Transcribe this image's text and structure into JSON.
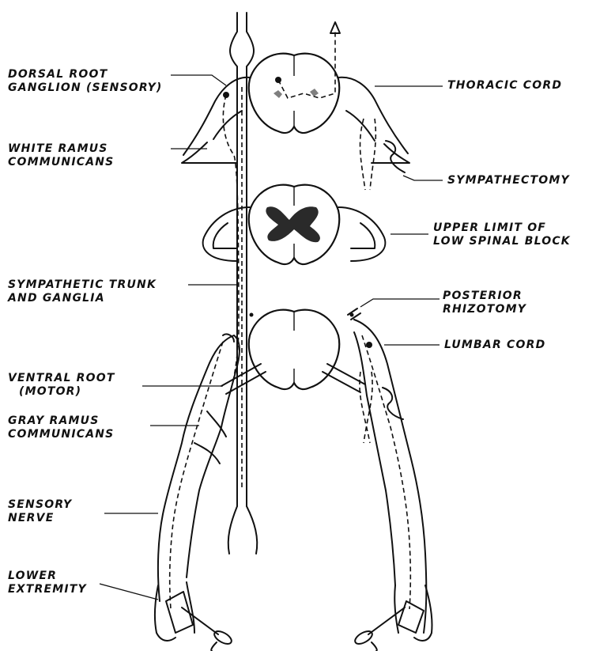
{
  "labels": {
    "dorsal_root_ganglion": [
      "DORSAL ROOT",
      "GANGLION (SENSORY)"
    ],
    "white_ramus": [
      "WHITE RAMUS",
      "COMMUNICANS"
    ],
    "sympathetic_trunk": [
      "SYMPATHETIC TRUNK",
      "AND GANGLIA"
    ],
    "ventral_root": [
      "VENTRAL ROOT",
      "(MOTOR)"
    ],
    "gray_ramus": [
      "GRAY RAMUS",
      "COMMUNICANS"
    ],
    "sensory_nerve": [
      "SENSORY",
      "NERVE"
    ],
    "lower_extremity": [
      "LOWER",
      "EXTREMITY"
    ],
    "thoracic_cord": [
      "THORACIC CORD"
    ],
    "sympathectomy": [
      "SYMPATHECTOMY"
    ],
    "upper_limit": [
      "UPPER LIMIT OF",
      "LOW SPINAL BLOCK"
    ],
    "posterior_rhizotomy": [
      "POSTERIOR",
      "RHIZOTOMY"
    ],
    "lumbar_cord": [
      "LUMBAR CORD"
    ]
  }
}
